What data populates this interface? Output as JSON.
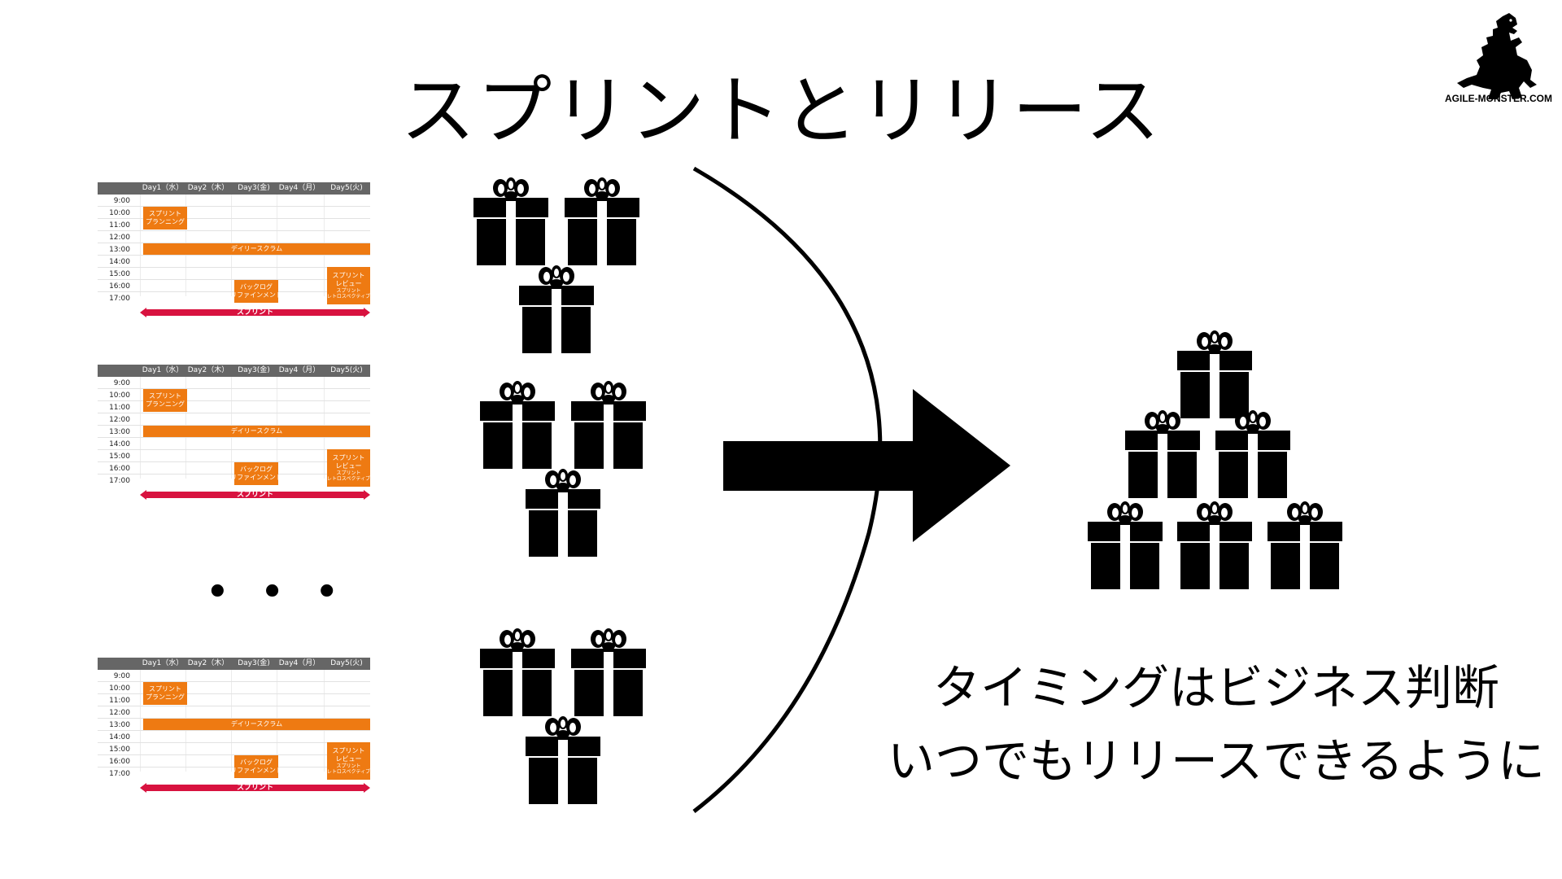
{
  "slide": {
    "title": "スプリントとリリース",
    "logo_text": "AGILE-MONSTER.COM",
    "ellipsis": "• • •",
    "caption_line1": "タイミングはビジネス判断",
    "caption_line2": "いつでもリリースできるように"
  },
  "schedule": {
    "days": [
      "Day1（水）",
      "Day2（木）",
      "Day3(金)",
      "Day4（月）",
      "Day5(火)"
    ],
    "times": [
      "9:00",
      "10:00",
      "11:00",
      "12:00",
      "13:00",
      "14:00",
      "15:00",
      "16:00",
      "17:00"
    ],
    "planning": [
      "スプリント",
      "プランニング"
    ],
    "daily_scrum": "デイリースクラム",
    "refinement": [
      "バックログ",
      "リファインメント"
    ],
    "review": [
      "スプリント",
      "レビュー"
    ],
    "retro": [
      "スプリント",
      "レトロスペクティブ"
    ],
    "sprint_label": "スプリント"
  },
  "colors": {
    "orange": "#ee7a12",
    "sprint_arrow": "#d8123f",
    "header_gray": "#666666"
  },
  "icons": {
    "gift": "gift-box-icon",
    "logo": "godzilla-monster-icon"
  }
}
